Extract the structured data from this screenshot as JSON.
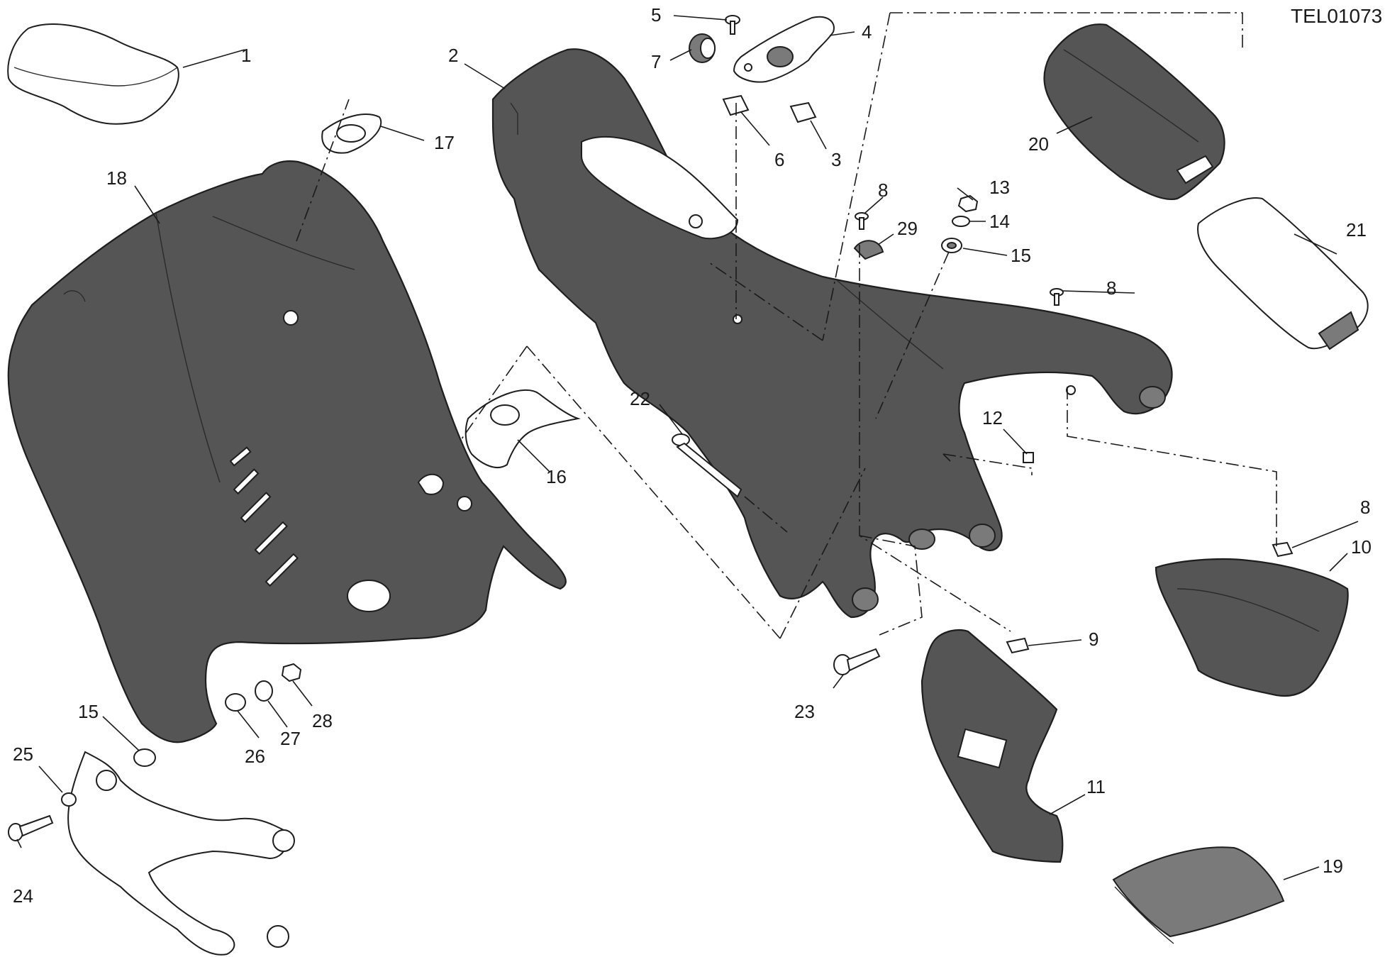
{
  "diagram": {
    "code": "TEL01073",
    "labels": [
      "1",
      "2",
      "3",
      "4",
      "5",
      "6",
      "7",
      "8",
      "8",
      "8",
      "8",
      "9",
      "10",
      "11",
      "12",
      "13",
      "14",
      "15",
      "15",
      "16",
      "17",
      "18",
      "19",
      "20",
      "21",
      "22",
      "23",
      "24",
      "25",
      "26",
      "27",
      "28",
      "29"
    ]
  }
}
